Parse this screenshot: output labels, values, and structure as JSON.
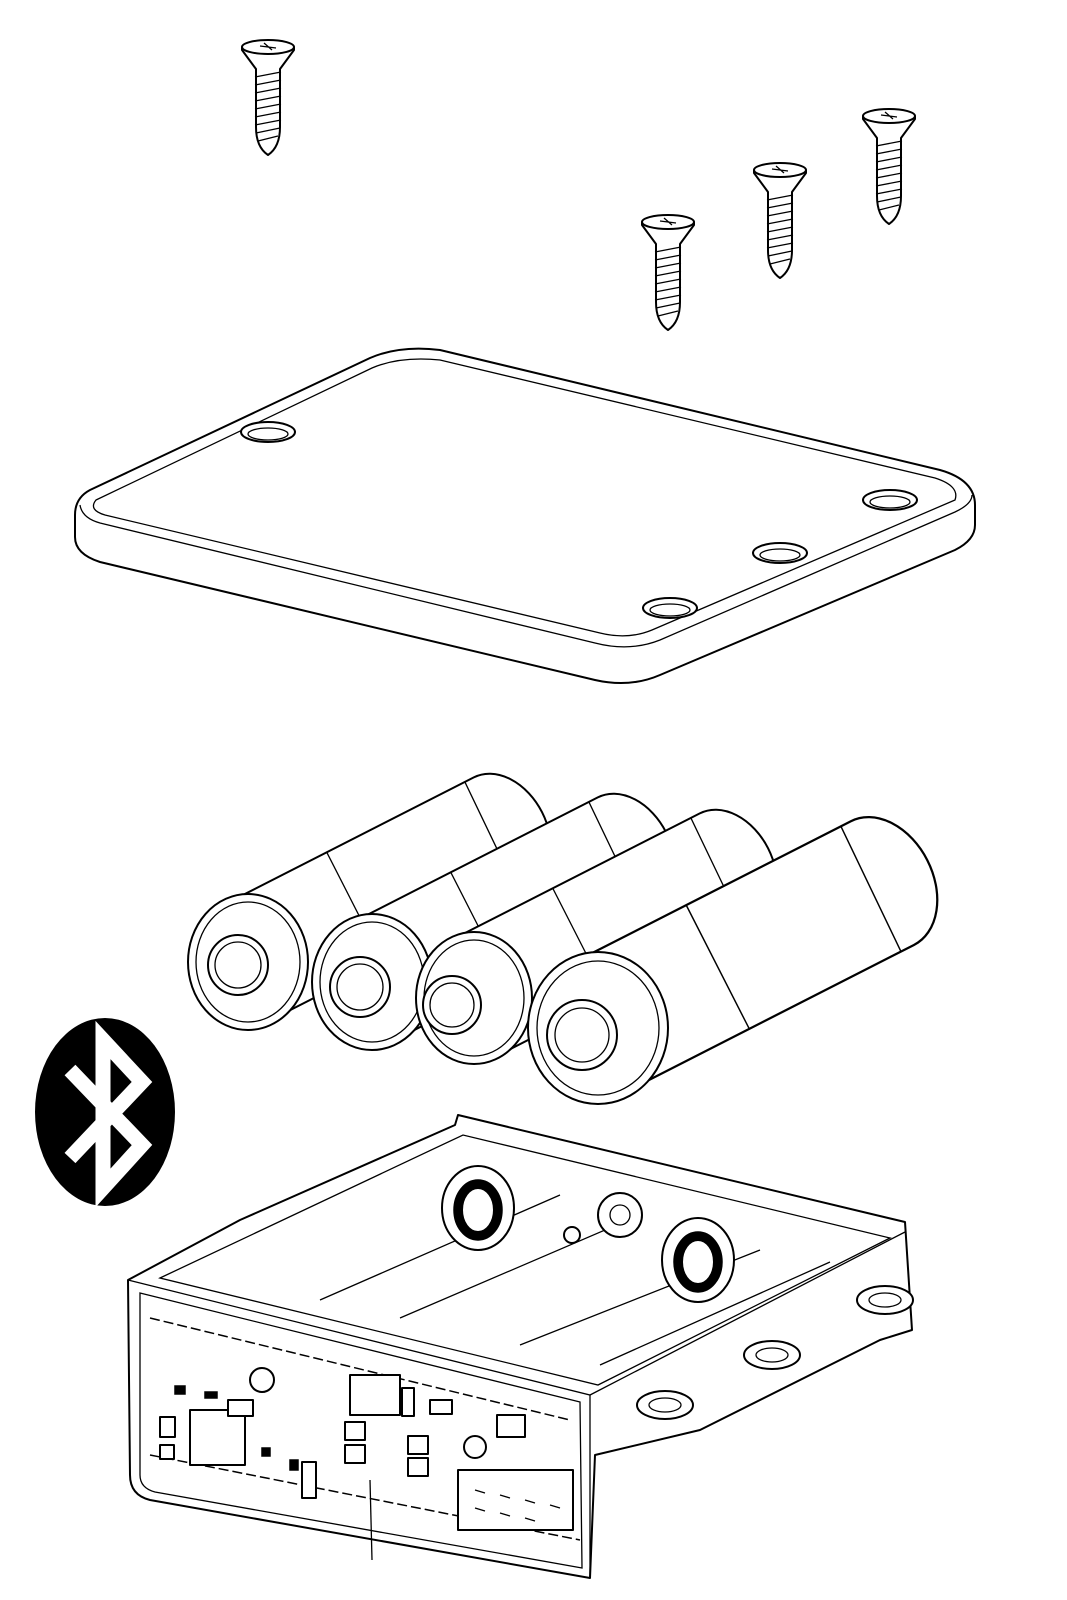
{
  "drawing": {
    "type": "exploded-assembly",
    "parts": [
      "screw",
      "screw",
      "screw",
      "screw",
      "lid",
      "battery",
      "battery",
      "battery",
      "battery",
      "bluetooth-logo",
      "housing"
    ]
  },
  "colors": {
    "line": "#000000",
    "background": "#ffffff",
    "logo_fill": "#000000",
    "logo_mark": "#ffffff"
  },
  "icons": {
    "logo": "bluetooth-icon"
  }
}
